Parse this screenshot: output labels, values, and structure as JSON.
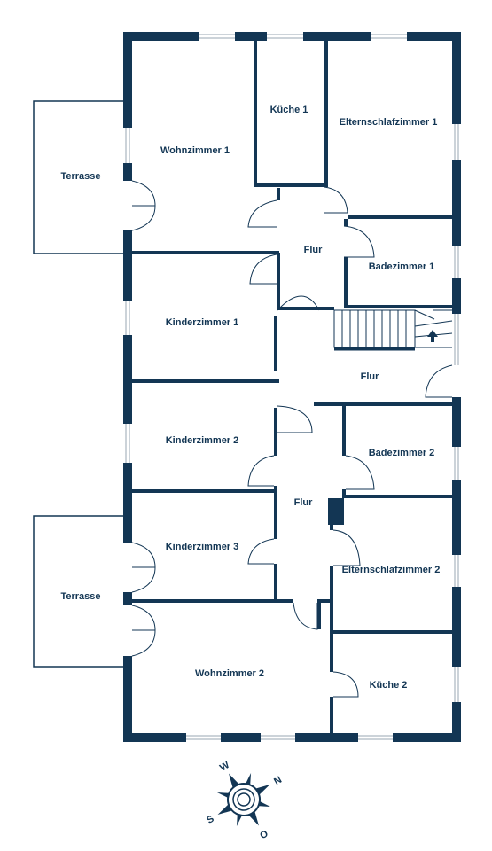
{
  "colors": {
    "wall": "#133654",
    "thin_line": "#133654",
    "window": "#9aa7b3",
    "background": "#ffffff"
  },
  "rooms": {
    "terrasse_top": "Terrasse",
    "wohnzimmer_1": "Wohnzimmer 1",
    "kueche_1": "Küche 1",
    "elternschlafzimmer_1": "Elternschlafzimmer 1",
    "flur_top": "Flur",
    "badezimmer_1": "Badezimmer 1",
    "kinderzimmer_1": "Kinderzimmer 1",
    "flur_middle": "Flur",
    "kinderzimmer_2": "Kinderzimmer 2",
    "badezimmer_2": "Badezimmer 2",
    "flur_bottom": "Flur",
    "kinderzimmer_3": "Kinderzimmer 3",
    "elternschlafzimmer_2": "Elternschlafzimmer 2",
    "terrasse_bottom": "Terrasse",
    "wohnzimmer_2": "Wohnzimmer 2",
    "kueche_2": "Küche 2"
  },
  "compass": {
    "north": "N",
    "south": "S",
    "west": "W",
    "east": "O",
    "icon": "compass-rose-icon"
  },
  "stairs": {
    "icon": "stair-direction-arrow-icon"
  }
}
